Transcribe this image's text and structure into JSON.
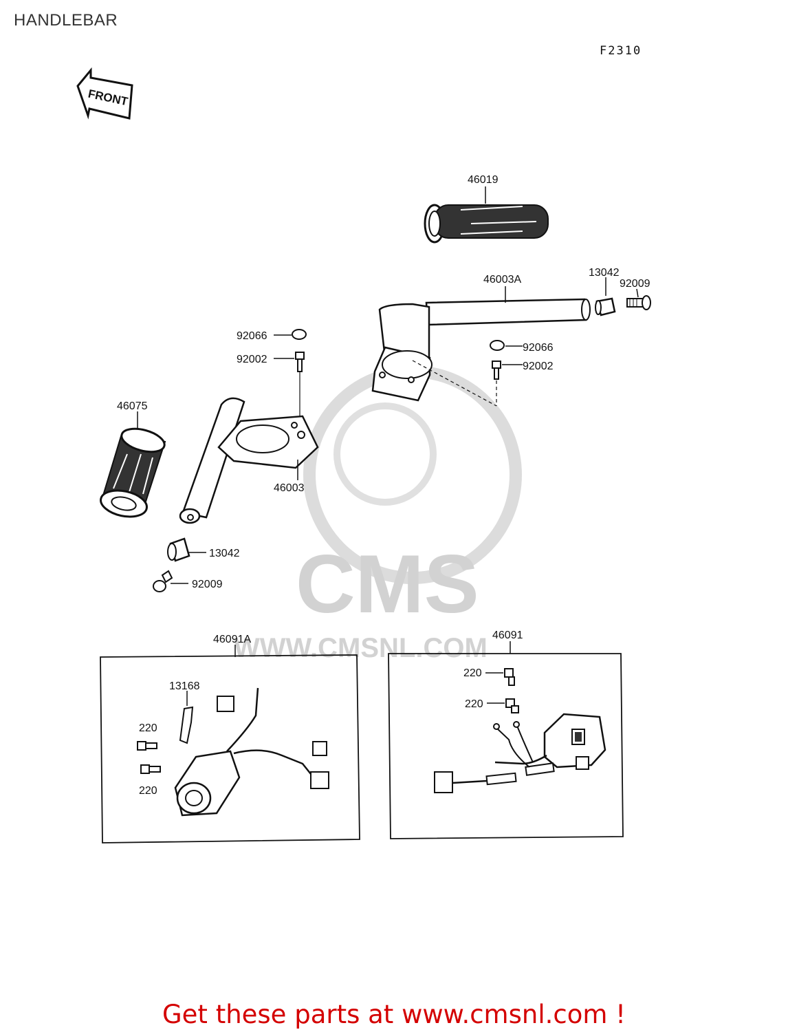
{
  "page": {
    "title": "HANDLEBAR",
    "figure_code": "F2310"
  },
  "front_arrow": {
    "label": "FRONT"
  },
  "watermark": {
    "brand": "CMS",
    "url": "WWW.CMSNL.COM"
  },
  "parts": {
    "p46019": "46019",
    "p46003A": "46003A",
    "p13042_r": "13042",
    "p92009_r": "92009",
    "p92066_l": "92066",
    "p92002_l": "92002",
    "p92066_r": "92066",
    "p92002_r": "92002",
    "p46075": "46075",
    "p46003": "46003",
    "p13042_l": "13042",
    "p92009_l": "92009",
    "p46091A": "46091A",
    "p13168": "13168",
    "p220_a": "220",
    "p220_b": "220",
    "p46091": "46091",
    "p220_c": "220",
    "p220_d": "220"
  },
  "footer": {
    "text": "Get these parts at www.cmsnl.com !",
    "color": "#d40000"
  }
}
